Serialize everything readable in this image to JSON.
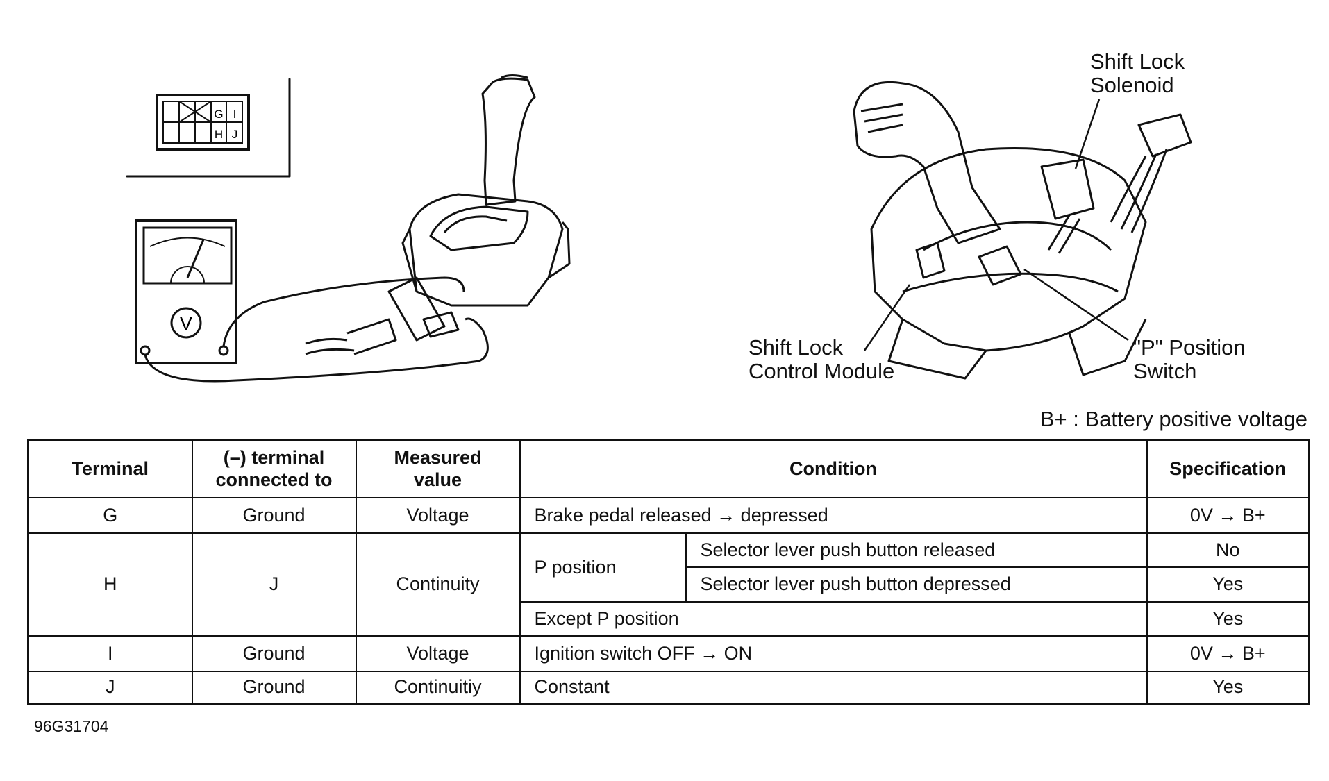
{
  "callouts": {
    "solenoid": "Shift Lock\nSolenoid",
    "module": "Shift Lock\nControl Module",
    "p_switch": "\"P\" Position\nSwitch"
  },
  "connector": {
    "pins": [
      "G",
      "I",
      "H",
      "J"
    ]
  },
  "meter_label": "V",
  "note": "B+ : Battery positive voltage",
  "table": {
    "headers": {
      "terminal": "Terminal",
      "neg_terminal": "(–) terminal connected to",
      "measured": "Measured value",
      "condition": "Condition",
      "spec": "Specification"
    },
    "rows": {
      "g": {
        "terminal": "G",
        "neg": "Ground",
        "measured": "Voltage",
        "condition": "Brake pedal released → depressed",
        "spec": "0V → B+"
      },
      "h": {
        "terminal": "H",
        "neg": "J",
        "measured": "Continuity",
        "p_position": "P position",
        "released": "Selector lever push button released",
        "released_spec": "No",
        "depressed": "Selector lever push button depressed",
        "depressed_spec": "Yes",
        "except": "Except P position",
        "except_spec": "Yes"
      },
      "i": {
        "terminal": "I",
        "neg": "Ground",
        "measured": "Voltage",
        "condition": "Ignition switch OFF → ON",
        "spec": "0V → B+"
      },
      "j": {
        "terminal": "J",
        "neg": "Ground",
        "measured": "Continuitiy",
        "condition": "Constant",
        "spec": "Yes"
      }
    }
  },
  "figure_code": "96G31704"
}
